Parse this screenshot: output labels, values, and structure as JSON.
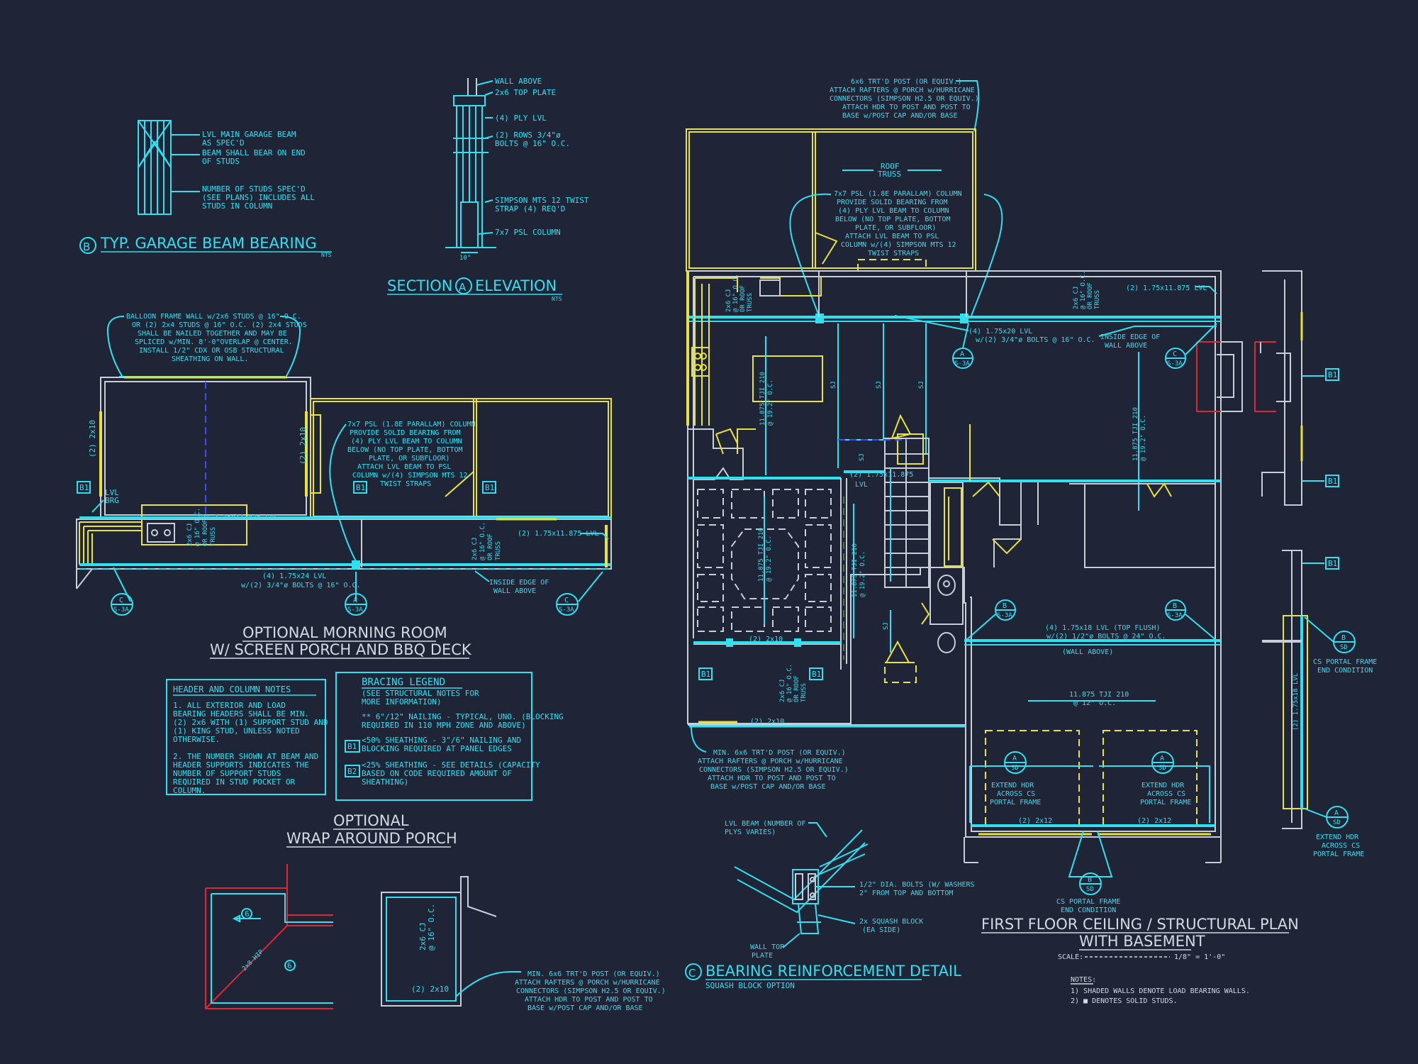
{
  "garage_beam": {
    "notes": [
      "LVL MAIN GARAGE BEAM",
      "AS SPEC'D",
      "BEAM SHALL BEAR ON END",
      "OF STUDS",
      "NUMBER OF STUDS SPEC'D",
      "(SEE PLANS) INCLUDES ALL",
      "STUDS IN COLUMN"
    ],
    "tag": "B",
    "title": "TYP. GARAGE BEAM BEARING",
    "nts": "NTS"
  },
  "section_a": {
    "notes": [
      "WALL ABOVE",
      "2x6 TOP PLATE",
      "(4) PLY LVL",
      "(2) ROWS 3/4\"ø",
      "BOLTS @ 16\" O.C.",
      "SIMPSON MTS 12 TWIST",
      "STRAP (4) REQ'D",
      "7x7 PSL COLUMN"
    ],
    "dim": "10\"",
    "tag": "A",
    "title_left": "SECTION",
    "title_right": "ELEVATION",
    "nts": "NTS"
  },
  "morning_room": {
    "balloon_note": [
      "BALLOON FRAME WALL w/2x6 STUDS @ 16\" O.C.",
      "OR (2) 2x4 STUDS @ 16\" O.C. (2) 2x4 STUDS",
      "SHALL BE NAILED TOGETHER AND MAY BE",
      "SPLICED w/MIN. 8'-0\"OVERLAP @ CENTER.",
      "INSTALL 1/2\" CDX OR OSB STRUCTURAL",
      "SHEATHING ON WALL."
    ],
    "psl_note": [
      "7x7 PSL (1.8E PARALLAM) COLUMN",
      "PROVIDE SOLID BEARING FROM",
      "(4) PLY LVL BEAM TO COLUMN",
      "BELOW (NO TOP PLATE, BOTTOM",
      "PLATE, OR SUBFLOOR)",
      "ATTACH LVL BEAM TO PSL",
      "COLUMN w/(4) SIMPSON MTS 12",
      "TWIST STRAPS"
    ],
    "lbl_2x10": "(2) 2x10",
    "lbl_2x10b": "(2) 2x10",
    "lbl_lvl_brg": [
      "LVL",
      "BRG"
    ],
    "beam1": "(2) 1.75x11.875 LVL",
    "beam2": "(2) 1.75x11.875 LVL",
    "beam3": [
      "(4) 1.75x24 LVL",
      "w/(2) 3/4\"ø BOLTS @ 16\" O.C."
    ],
    "cj": [
      "2x6 CJ",
      "@ 16\" O.C.",
      "OR ROOF",
      "TRUSS"
    ],
    "inside_edge": [
      "INSIDE EDGE OF",
      "WALL ABOVE"
    ],
    "b1": "B1",
    "callout_c": [
      "C",
      "S-3A"
    ],
    "callout_a": [
      "A",
      "S-3A"
    ],
    "title1": "OPTIONAL MORNING ROOM",
    "title2": "W/ SCREEN PORCH AND BBQ DECK"
  },
  "header_notes": {
    "title": "HEADER AND COLUMN NOTES",
    "lines": [
      "1. ALL EXTERIOR AND LOAD",
      "BEARING HEADERS SHALL BE MIN.",
      "(2) 2x6 WITH (1) SUPPORT STUD AND",
      "(1) KING STUD, UNLESS NOTED",
      "OTHERWISE.",
      "",
      "2. THE NUMBER SHOWN AT BEAM AND",
      "HEADER SUPPORTS INDICATES THE",
      "NUMBER OF SUPPORT STUDS",
      "REQUIRED IN STUD POCKET OR",
      "COLUMN."
    ]
  },
  "bracing": {
    "title": "BRACING LEGEND",
    "lines": [
      "(SEE STRUCTURAL NOTES FOR",
      "MORE INFORMATION)"
    ],
    "item1": [
      "** 6\"/12\" NAILING - TYPICAL, UNO. (BLOCKING",
      "REQUIRED IN 110 MPH ZONE AND ABOVE)"
    ],
    "item2_tag": "B1",
    "item2": [
      "<50% SHEATHING - 3\"/6\" NAILING AND",
      "BLOCKING REQUIRED AT PANEL EDGES"
    ],
    "item3_tag": "B2",
    "item3": [
      "<25% SHEATHING - SEE DETAILS (CAPACITY",
      "BASED ON CODE REQUIRED AMOUNT OF",
      "SHEATHING)"
    ]
  },
  "wrap_porch": {
    "title1": "OPTIONAL",
    "title2": "WRAP AROUND PORCH",
    "mark6a": "6",
    "mark6b": "6",
    "diag": "2x8 HIP",
    "cj": [
      "2x6 CJ",
      "@ 16\" O.C."
    ],
    "hdr": "(2) 2x10",
    "post_note": [
      "MIN. 6x6 TRT'D POST (OR EQUIV.)",
      "ATTACH RAFTERS @ PORCH w/HURRICANE",
      "CONNECTORS (SIMPSON H2.5 OR EQUIV.)",
      "ATTACH HDR TO POST AND POST TO",
      "BASE w/POST CAP AND/OR BASE"
    ]
  },
  "first_floor": {
    "top_note": [
      "6x6 TRT'D POST (OR EQUIV.)",
      "ATTACH RAFTERS @ PORCH w/HURRICANE",
      "CONNECTORS (SIMPSON H2.5 OR EQUIV.)",
      "ATTACH HDR TO POST AND POST TO",
      "BASE w/POST CAP AND/OR BASE"
    ],
    "roof_truss": [
      "ROOF",
      "TRUSS"
    ],
    "psl_note": [
      "7x7 PSL (1.8E PARALLAM) COLUMN",
      "PROVIDE SOLID BEARING FROM",
      "(4) PLY LVL BEAM TO COLUMN",
      "BELOW (NO TOP PLATE, BOTTOM",
      "PLATE, OR SUBFLOOR)",
      "ATTACH LVL BEAM TO PSL",
      "COLUMN w/(4) SIMPSON MTS 12",
      "TWIST STRAPS"
    ],
    "beam_top_right": "(2) 1.75x11.875 LVL",
    "beam_main": [
      "(4) 1.75x20 LVL",
      "w/(2) 3/4\"ø BOLTS @ 16\" O.C."
    ],
    "inside_edge": [
      "INSIDE EDGE OF",
      "WALL ABOVE"
    ],
    "cj_top_left": [
      "2x6 CJ",
      "@ 16\" O.C.",
      "OR ROOF",
      "TRUSS"
    ],
    "cj_top_right": [
      "2x6 CJ",
      "@ 16\" O.C.",
      "OR ROOF",
      "TRUSS"
    ],
    "tji_right": [
      "11.875 TJI 210",
      "@ 19.2\" O.C."
    ],
    "tji_center": [
      "11.875 TJI 210",
      "@ 19.2\" O.C."
    ],
    "tji_left": [
      "11.875 TJI 210",
      "@ 19.2\" O.C."
    ],
    "tji_stair": [
      "11.875 TJI 210",
      "@ 19.2\" O.C."
    ],
    "sj": "SJ",
    "stair_beam": "(2) 1.75x11.875",
    "lvl": "LVL",
    "beam_flush": [
      "(4) 1.75x18 LVL (TOP FLUSH)",
      "w/(2) 1/2\"ø BOLTS @ 24\" O.C."
    ],
    "wall_above": "(WALL ABOVE)",
    "tji_garage": [
      "11.875 TJI 210",
      "@ 12\" O.C."
    ],
    "hdr_2x10_a": "(2) 2x10",
    "hdr_2x10_b": "(2) 2x10",
    "cj_porch": [
      "2x6 CJ",
      "@ 16\" O.C.",
      "OR ROOF",
      "TRUSS"
    ],
    "hdr_2x12_a": "(2) 2x12",
    "hdr_2x12_b": "(2) 2x12",
    "portal": [
      "EXTEND HDR",
      "ACROSS CS",
      "PORTAL FRAME"
    ],
    "post_note": [
      "MIN. 6x6 TRT'D POST (OR EQUIV.)",
      "ATTACH RAFTERS @ PORCH w/HURRICANE",
      "CONNECTORS (SIMPSON H2.5 OR EQUIV.)",
      "ATTACH HDR TO POST AND POST TO",
      "BASE w/POST CAP AND/OR BASE"
    ],
    "cs_portal_end": [
      "CS PORTAL FRAME",
      "END CONDITION"
    ],
    "right_lvl": "(2) 1.75x18 LVL",
    "right_portal": [
      "EXTEND HDR",
      "ACROSS CS",
      "PORTAL FRAME"
    ],
    "b1": "B1",
    "callout_a": [
      "A",
      "S-3A"
    ],
    "callout_b": [
      "B",
      "S-3A"
    ],
    "callout_c": [
      "C",
      "S-3A"
    ],
    "callout_b_sd": [
      "B",
      "SD"
    ],
    "callout_a_sd": [
      "A",
      "SD"
    ],
    "title1": "FIRST FLOOR CEILING / STRUCTURAL PLAN",
    "title2": "WITH BASEMENT",
    "scale_label": "SCALE:",
    "scale_value": "1/8\" = 1'-0\"",
    "notes_title": "NOTES:",
    "notes": [
      "1) SHADED WALLS DENOTE LOAD BEARING WALLS.",
      "2) ■ DENOTES SOLID STUDS."
    ]
  },
  "bearing_detail": {
    "notes": [
      "LVL BEAM (NUMBER OF",
      "PLYS VARIES)",
      "1/2\" DIA. BOLTS (W/ WASHERS",
      "2\" FROM TOP AND BOTTOM",
      "2x SQUASH BLOCK",
      "(EA SIDE)",
      "WALL TOP",
      "PLATE"
    ],
    "tag": "C",
    "title": "BEARING REINFORCEMENT DETAIL",
    "subtitle": "SQUASH BLOCK OPTION"
  }
}
